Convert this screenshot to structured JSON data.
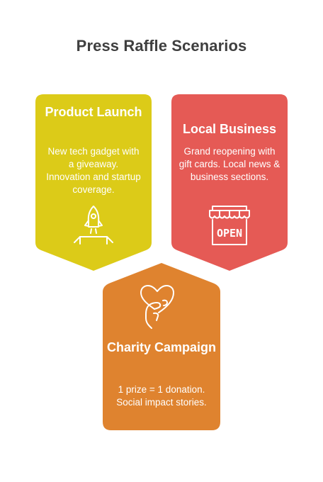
{
  "title": "Press Raffle Scenarios",
  "colors": {
    "product": "#dccb18",
    "local": "#e55a55",
    "charity": "#df832f",
    "text": "#ffffff",
    "title": "#3f3f3f"
  },
  "cards": [
    {
      "title": "Product Launch",
      "text": "New tech gadget with a giveaway. Innovation and startup coverage.",
      "icon": "rocket-launch-icon"
    },
    {
      "title": "Local Business",
      "text": "Grand reopening with gift cards. Local news & business sections.",
      "icon": "open-storefront-icon",
      "icon_label": "OPEN"
    },
    {
      "title": "Charity Campaign",
      "text": "1 prize = 1 donation. Social impact stories.",
      "icon": "heart-in-hand-icon"
    }
  ]
}
